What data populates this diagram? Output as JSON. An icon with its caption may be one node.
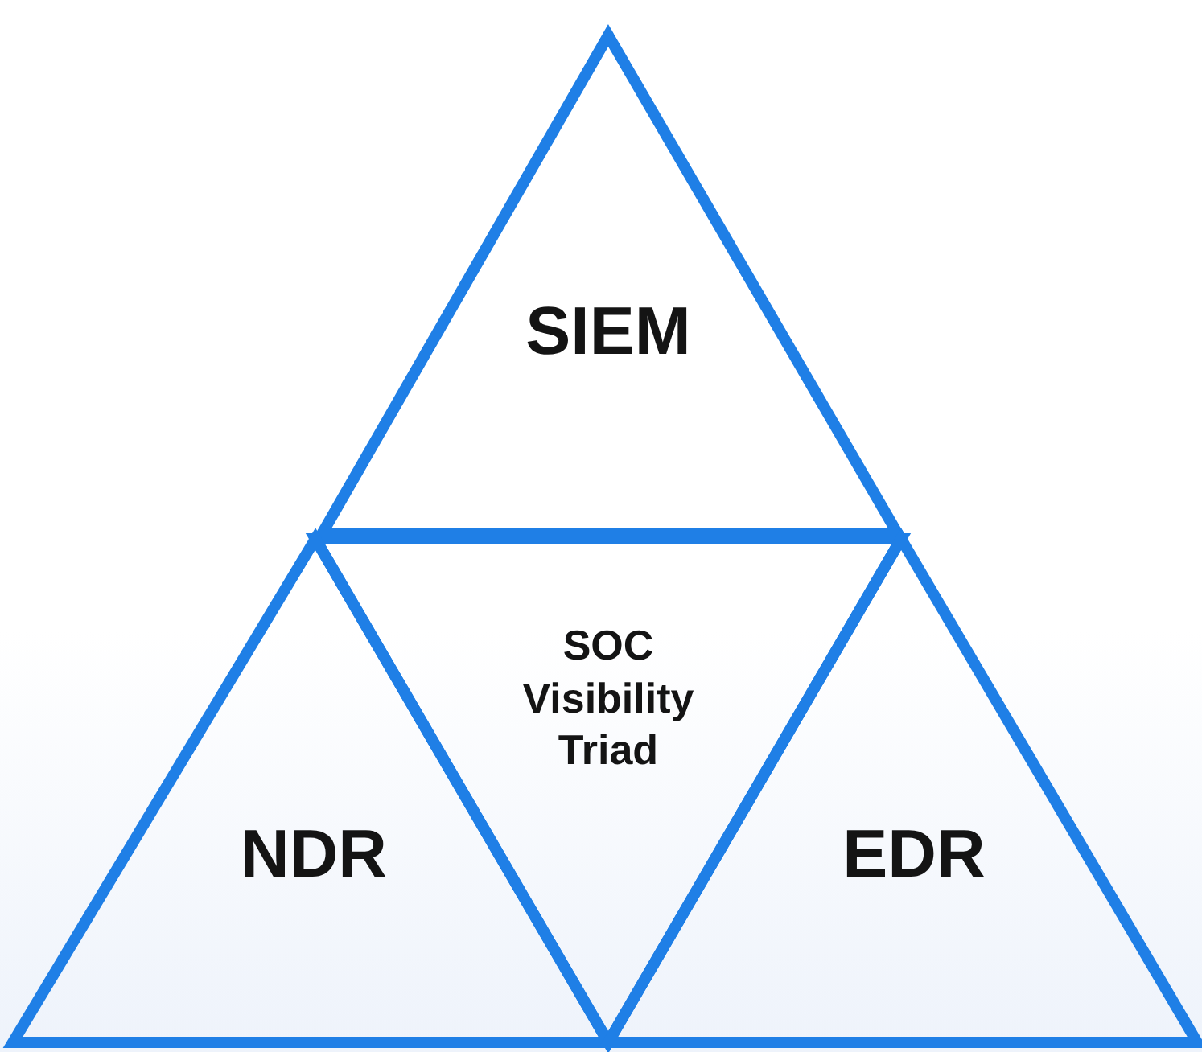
{
  "diagram": {
    "nodes": [
      {
        "text": [
          "SIEM"
        ]
      },
      {
        "text": [
          "SOC Visibility Triad"
        ]
      },
      {
        "text": [
          "NDR"
        ]
      },
      {
        "text": [
          "EDR"
        ]
      }
    ]
  }
}
